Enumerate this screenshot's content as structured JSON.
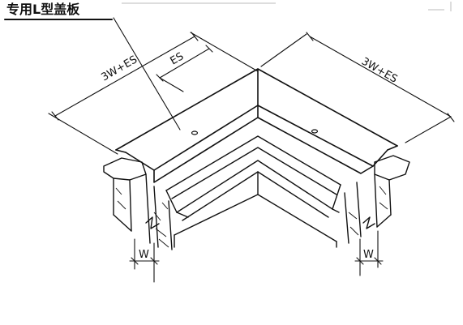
{
  "title": "专用L型盖板",
  "dimensions": {
    "left_span": "3W+ES",
    "es_span": "ES",
    "right_span": "3W+ES",
    "left_gap": "W",
    "right_gap": "W"
  }
}
